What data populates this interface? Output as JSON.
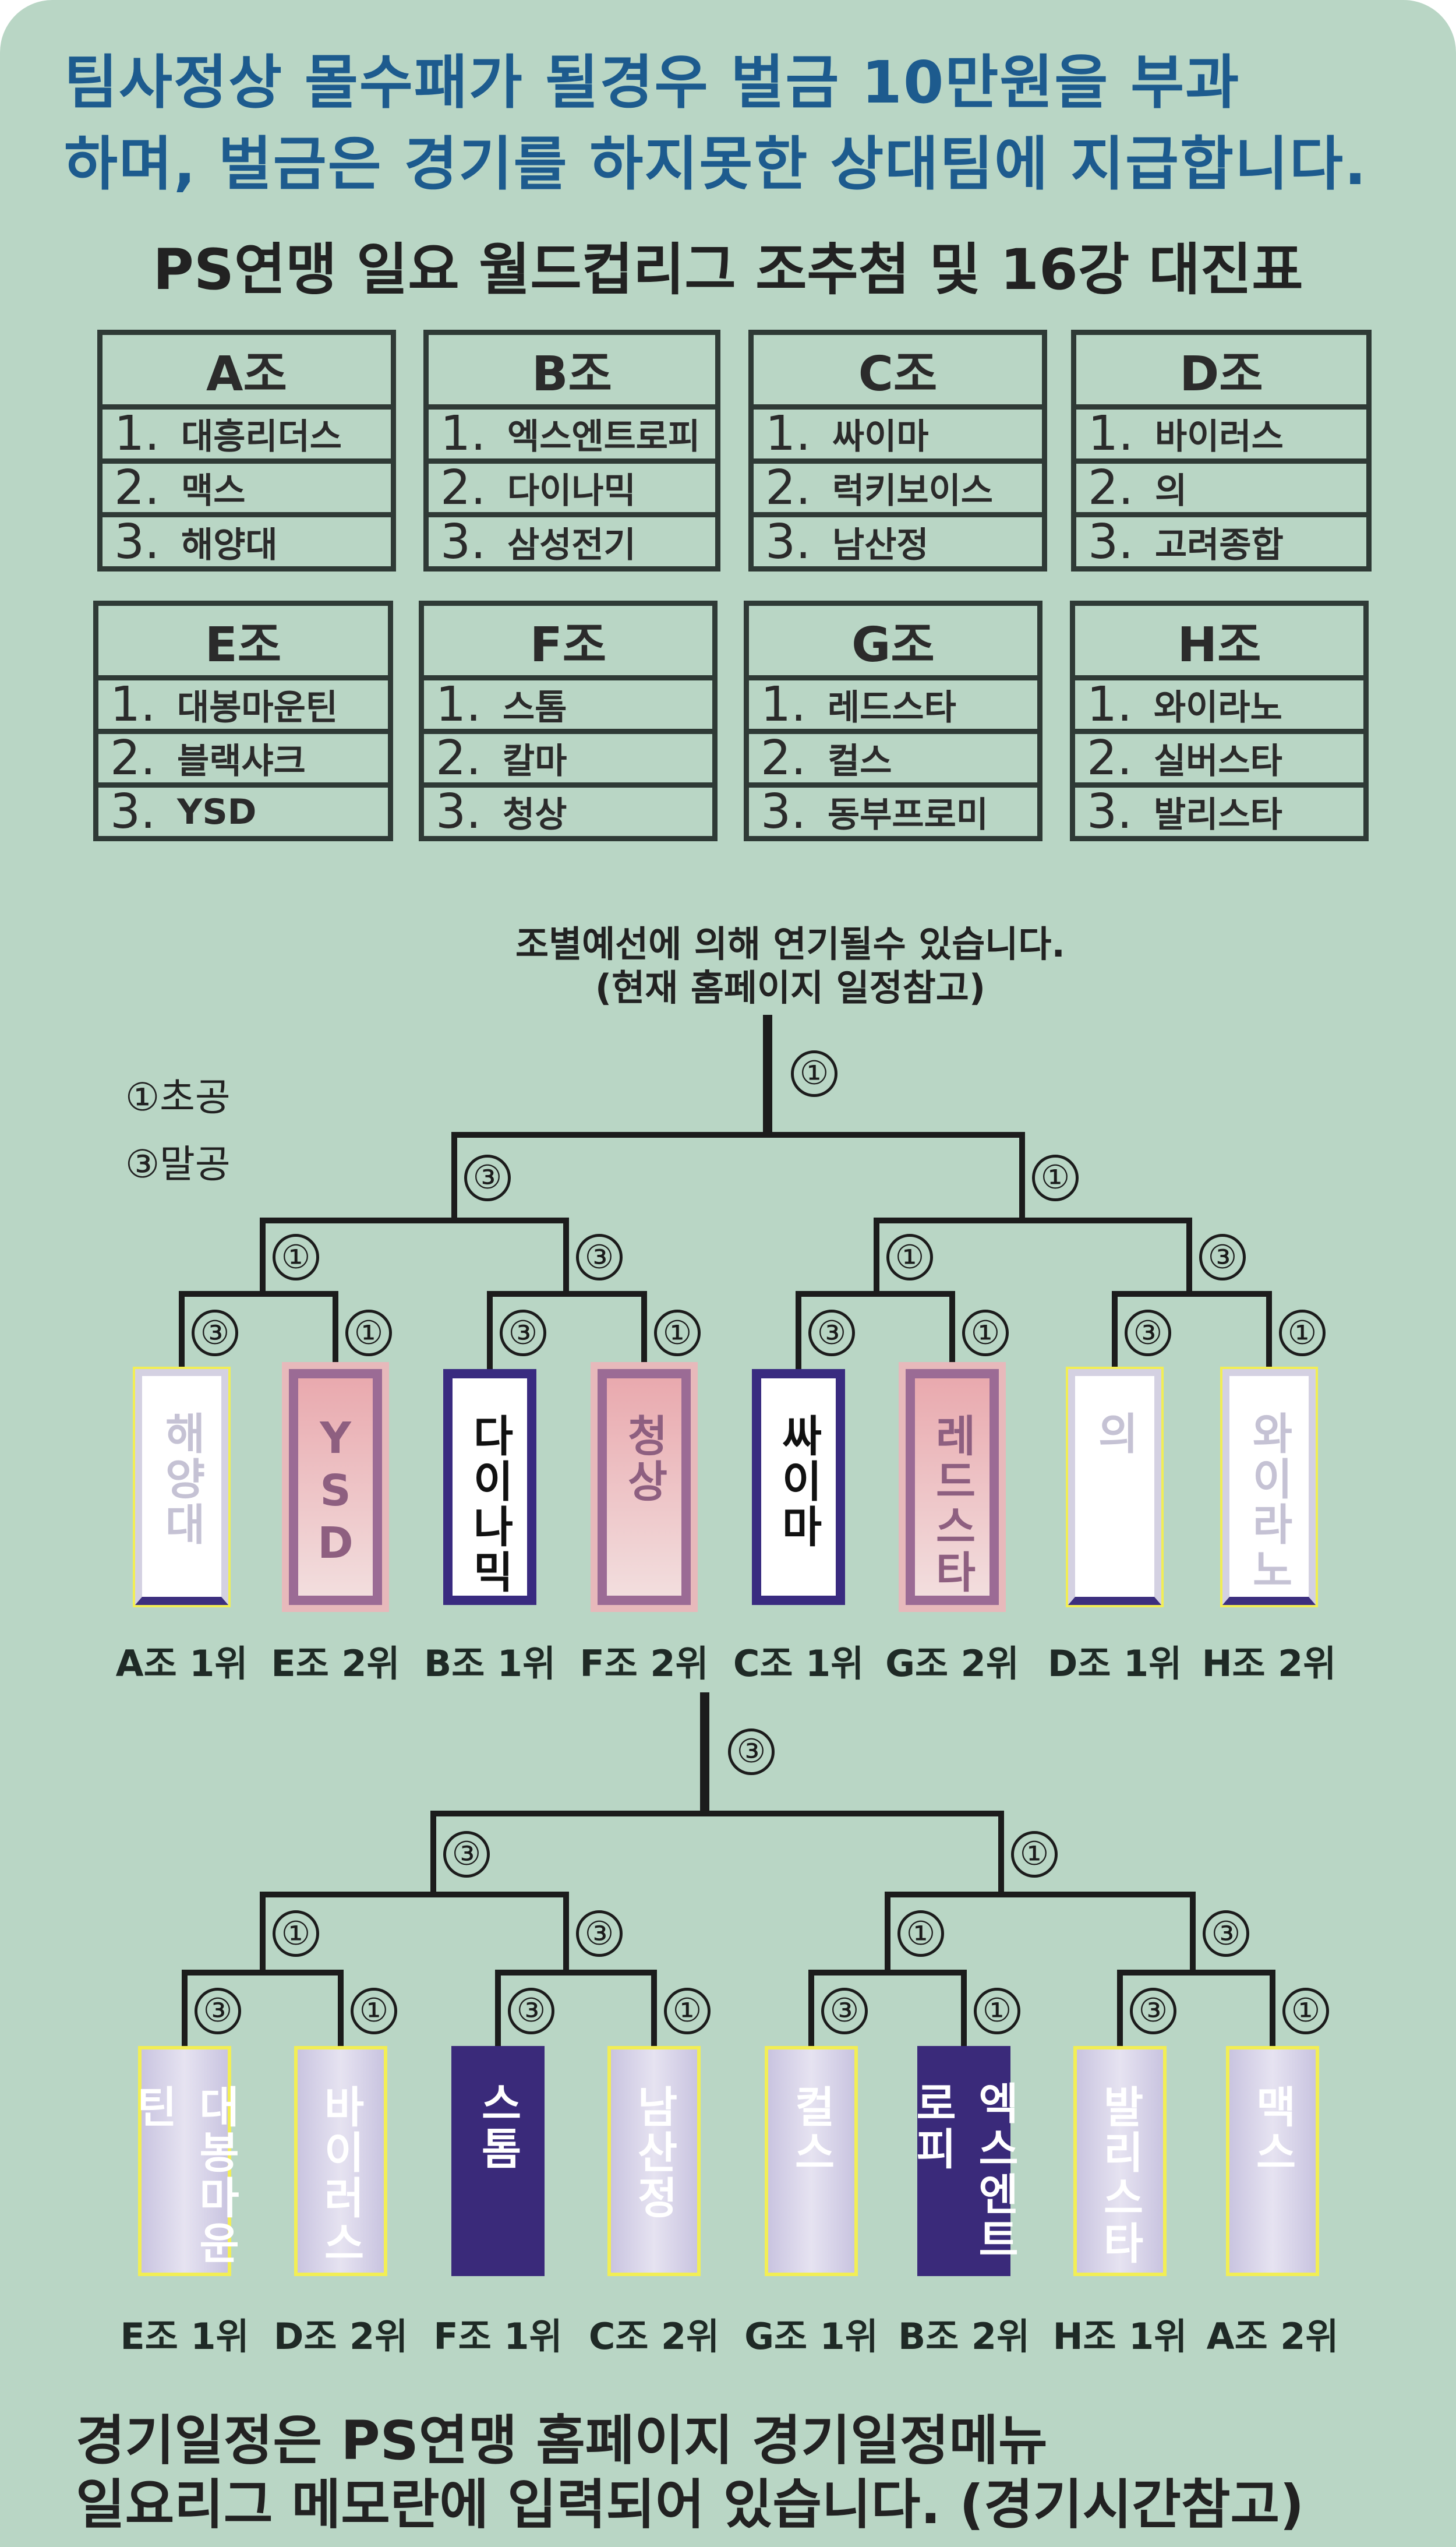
{
  "notice": {
    "line1": "팀사정상   몰수패가 될경우 벌금 10만원을 부과",
    "line2": "하며, 벌금은 경기를 하지못한 상대팀에 지급합니다."
  },
  "title": "PS연맹 일요 월드컵리그 조추첨 및 16강 대진표",
  "groups": [
    {
      "name": "A조",
      "teams": [
        "대흥리더스",
        "맥스",
        "해양대"
      ]
    },
    {
      "name": "B조",
      "teams": [
        "엑스엔트로피",
        "다이나믹",
        "삼성전기"
      ]
    },
    {
      "name": "C조",
      "teams": [
        "싸이마",
        "럭키보이스",
        "남산정"
      ]
    },
    {
      "name": "D조",
      "teams": [
        "바이러스",
        "의",
        "고려종합"
      ]
    },
    {
      "name": "E조",
      "teams": [
        "대봉마운틴",
        "블랙샤크",
        "YSD"
      ]
    },
    {
      "name": "F조",
      "teams": [
        "스톰",
        "칼마",
        "청상"
      ]
    },
    {
      "name": "G조",
      "teams": [
        "레드스타",
        "컬스",
        "동부프로미"
      ]
    },
    {
      "name": "H조",
      "teams": [
        "와이라노",
        "실버스타",
        "발리스타"
      ]
    }
  ],
  "rank_labels": [
    "1.",
    "2.",
    "3."
  ],
  "note": {
    "line1": "조별예선에 의해 연기될수 있습니다.",
    "line2": "(현재 홈페이지 일정참고)"
  },
  "legend": {
    "first": "①초공",
    "third": "③말공"
  },
  "brackets": [
    {
      "trunk_mark": "①",
      "l1_marks": [
        "③",
        "①"
      ],
      "l2_marks": [
        "①",
        "③",
        "①",
        "③"
      ],
      "teams": [
        {
          "name": "해양대",
          "slot": "A조 1위",
          "mark": "③",
          "style": "white"
        },
        {
          "name": "YSD",
          "slot": "E조 2위",
          "mark": "①",
          "style": "pink"
        },
        {
          "name": "다이나믹",
          "slot": "B조 1위",
          "mark": "③",
          "style": "navy"
        },
        {
          "name": "청상",
          "slot": "F조 2위",
          "mark": "①",
          "style": "pink"
        },
        {
          "name": "싸이마",
          "slot": "C조 1위",
          "mark": "③",
          "style": "navy"
        },
        {
          "name": "레드스타",
          "slot": "G조 2위",
          "mark": "①",
          "style": "pink"
        },
        {
          "name": "의",
          "slot": "D조 1위",
          "mark": "③",
          "style": "white"
        },
        {
          "name": "와이라노",
          "slot": "H조 2위",
          "mark": "①",
          "style": "white"
        }
      ]
    },
    {
      "trunk_mark": "③",
      "l1_marks": [
        "③",
        "①"
      ],
      "l2_marks": [
        "①",
        "③",
        "①",
        "③"
      ],
      "teams": [
        {
          "name": "대봉마운틴",
          "slot": "E조 1위",
          "mark": "③",
          "style": "lav"
        },
        {
          "name": "바이러스",
          "slot": "D조 2위",
          "mark": "①",
          "style": "lav"
        },
        {
          "name": "스톰",
          "slot": "F조 1위",
          "mark": "③",
          "style": "dark"
        },
        {
          "name": "남산정",
          "slot": "C조 2위",
          "mark": "①",
          "style": "lav"
        },
        {
          "name": "컬스",
          "slot": "G조 1위",
          "mark": "③",
          "style": "lav"
        },
        {
          "name": "엑스엔트로피",
          "slot": "B조 2위",
          "mark": "①",
          "style": "dark"
        },
        {
          "name": "발리스타",
          "slot": "H조 1위",
          "mark": "③",
          "style": "lav"
        },
        {
          "name": "맥스",
          "slot": "A조 2위",
          "mark": "①",
          "style": "lav"
        }
      ]
    }
  ],
  "footer": {
    "line1": "경기일정은 PS연맹 홈페이지 경기일정메뉴",
    "line2": "일요리그 메모란에 입력되어 있습니다. (경기시간참고)"
  }
}
